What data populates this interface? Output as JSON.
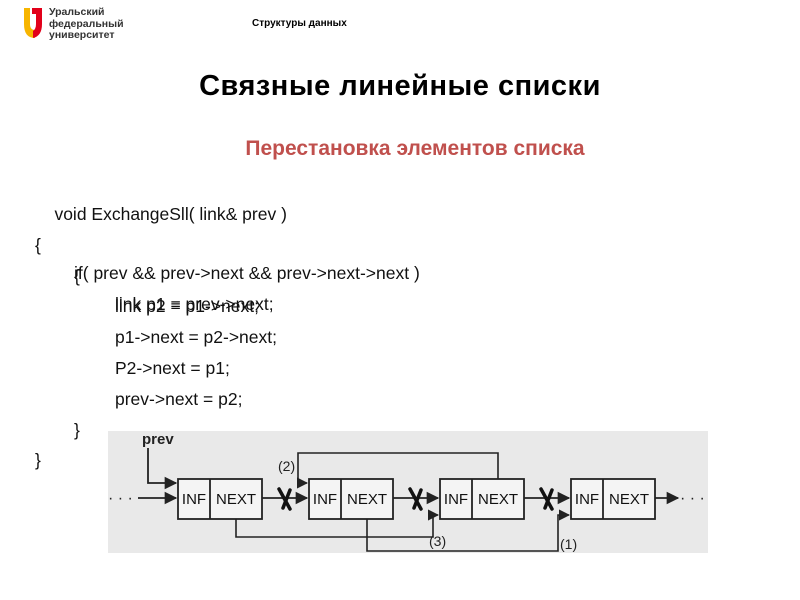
{
  "header": {
    "logo_lines": [
      "Уральский",
      "федеральный",
      "университет"
    ],
    "section": "Структуры данных"
  },
  "slide": {
    "title": "Связные линейные списки",
    "subtitle": "Перестановка элементов списка"
  },
  "code": {
    "signature": "void ExchangeSll( link& prev )",
    "open_outer": "{",
    "if_line": "if( prev && prev->next && prev->next->next )",
    "open_inner": "{",
    "line_p1": "link p1 = prev->next;",
    "line_p2": "link p2 = p1->next;",
    "line_assign1": "p1->next = p2->next;",
    "line_assign2": "P2->next = p1;",
    "line_assign3": "prev->next = p2;",
    "close_inner": "}",
    "close_outer": "}"
  },
  "diagram": {
    "prev_label": "prev",
    "nodes": [
      {
        "inf": "INF",
        "next": "NEXT"
      },
      {
        "inf": "INF",
        "next": "NEXT"
      },
      {
        "inf": "INF",
        "next": "NEXT"
      },
      {
        "inf": "INF",
        "next": "NEXT"
      }
    ],
    "step_labels": [
      "(2)",
      "(3)",
      "(1)"
    ],
    "ellipsis_left": "· · ·",
    "ellipsis_right": "· · ·",
    "colors": {
      "background": "#e9e9e9",
      "node_fill": "#f4f4f4",
      "stroke": "#222222",
      "cross": "#111111"
    }
  },
  "colors": {
    "subtitle": "#c0504d",
    "logo_red": "#e2001a",
    "logo_yellow": "#f7b500"
  }
}
